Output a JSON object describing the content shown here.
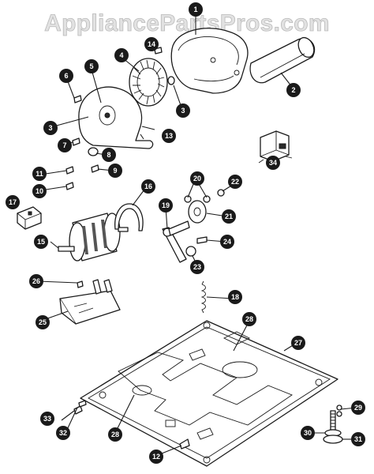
{
  "watermark": "AppliancePartsPros.com",
  "callouts": [
    {
      "id": "c1",
      "label": "1"
    },
    {
      "id": "c2",
      "label": "2"
    },
    {
      "id": "c3a",
      "label": "3"
    },
    {
      "id": "c3b",
      "label": "3"
    },
    {
      "id": "c4",
      "label": "4"
    },
    {
      "id": "c5",
      "label": "5"
    },
    {
      "id": "c6",
      "label": "6"
    },
    {
      "id": "c7",
      "label": "7"
    },
    {
      "id": "c8",
      "label": "8"
    },
    {
      "id": "c9",
      "label": "9"
    },
    {
      "id": "c10",
      "label": "10"
    },
    {
      "id": "c11",
      "label": "11"
    },
    {
      "id": "c12",
      "label": "12"
    },
    {
      "id": "c13",
      "label": "13"
    },
    {
      "id": "c14",
      "label": "14"
    },
    {
      "id": "c15",
      "label": "15"
    },
    {
      "id": "c16",
      "label": "16"
    },
    {
      "id": "c17",
      "label": "17"
    },
    {
      "id": "c18",
      "label": "18"
    },
    {
      "id": "c19",
      "label": "19"
    },
    {
      "id": "c20",
      "label": "20"
    },
    {
      "id": "c21",
      "label": "21"
    },
    {
      "id": "c22",
      "label": "22"
    },
    {
      "id": "c23",
      "label": "23"
    },
    {
      "id": "c24",
      "label": "24"
    },
    {
      "id": "c25",
      "label": "25"
    },
    {
      "id": "c26",
      "label": "26"
    },
    {
      "id": "c27",
      "label": "27"
    },
    {
      "id": "c28a",
      "label": "28"
    },
    {
      "id": "c28b",
      "label": "28"
    },
    {
      "id": "c29",
      "label": "29"
    },
    {
      "id": "c30",
      "label": "30"
    },
    {
      "id": "c31",
      "label": "31"
    },
    {
      "id": "c32",
      "label": "32"
    },
    {
      "id": "c33",
      "label": "33"
    },
    {
      "id": "c34",
      "label": "34"
    }
  ]
}
